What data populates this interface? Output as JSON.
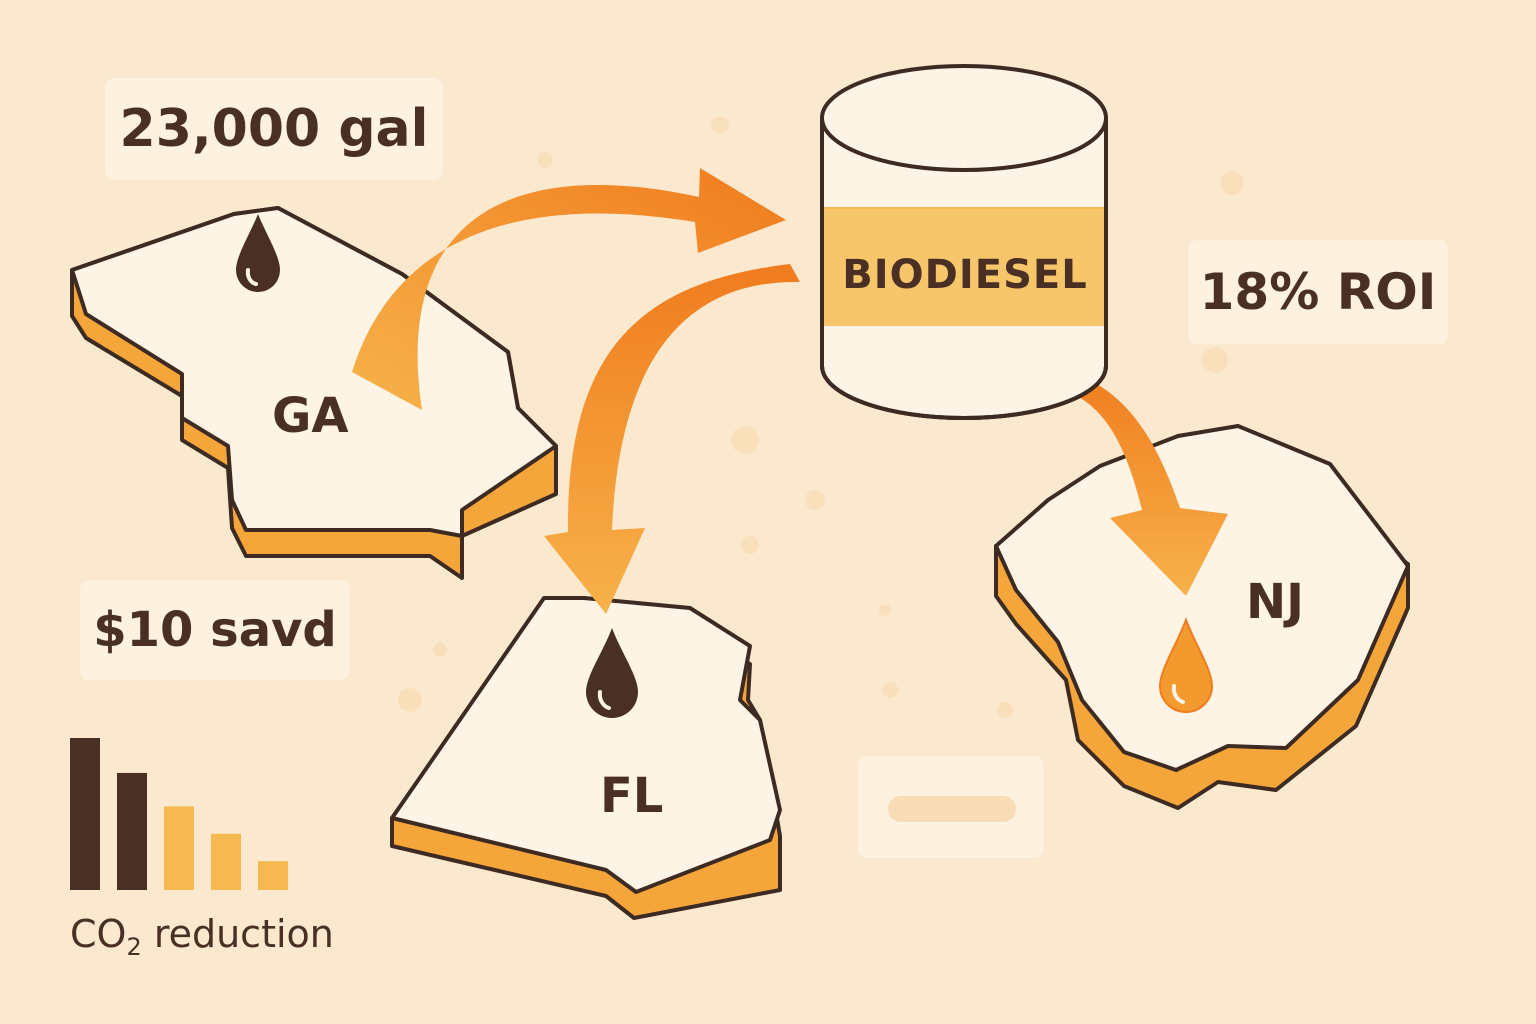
{
  "metrics": {
    "gallons": "23,000 gal",
    "roi": "18% ROI",
    "savings": "$10 savd"
  },
  "drum": {
    "label": "BIODIESEL"
  },
  "states": {
    "ga": "GA",
    "fl": "FL",
    "nj": "NJ"
  },
  "co2": {
    "caption_pre": "CO",
    "caption_sub": "2",
    "caption_post": " reduction",
    "bars": [
      1.0,
      0.77,
      0.55,
      0.37,
      0.19
    ]
  },
  "colors": {
    "background": "#fbe9cf",
    "dark_brown": "#4a2f25",
    "orange": "#f39a2e",
    "light_orange": "#f6b851",
    "map_top": "#fdf4e6"
  }
}
